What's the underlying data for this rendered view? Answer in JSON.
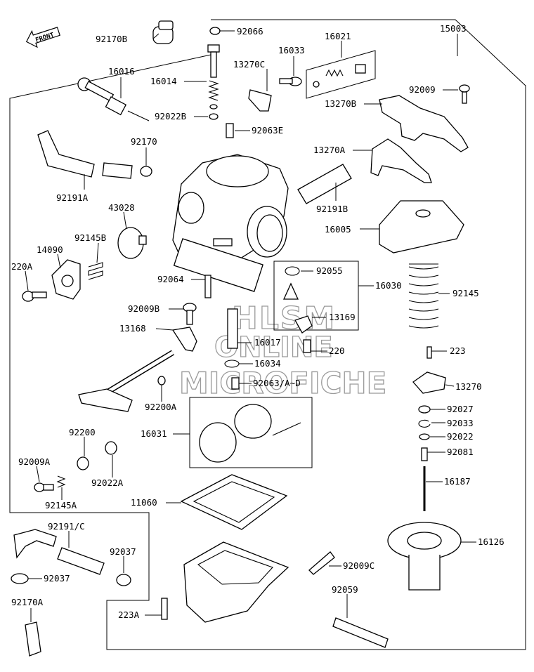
{
  "front_arrow": {
    "label": "FRONT"
  },
  "watermark": {
    "line1": "HLSM",
    "line2": "ONLINE",
    "line3": "MICROFICHE"
  },
  "parts": {
    "p92170B": "92170B",
    "p92066": "92066",
    "p16021": "16021",
    "p15003": "15003",
    "p16033": "16033",
    "p13270C": "13270C",
    "p16016": "16016",
    "p16014": "16014",
    "p92009": "92009",
    "p13270B": "13270B",
    "p92022B": "92022B",
    "p92063E": "92063E",
    "p92170": "92170",
    "p13270A": "13270A",
    "p92191A": "92191A",
    "p92191B": "92191B",
    "p43028": "43028",
    "p16005": "16005",
    "p92145B": "92145B",
    "p14090": "14090",
    "p220A": "220A",
    "p92055": "92055",
    "p92064": "92064",
    "p16030": "16030",
    "p92145": "92145",
    "p92009B": "92009B",
    "p13169": "13169",
    "p13168": "13168",
    "p16017": "16017",
    "p220": "220",
    "p16034": "16034",
    "p223": "223",
    "p92063AD": "92063/A~D",
    "p13270": "13270",
    "p92200A": "92200A",
    "p92027": "92027",
    "p92033": "92033",
    "p92200": "92200",
    "p16031": "16031",
    "p92022": "92022",
    "p92081": "92081",
    "p92009A": "92009A",
    "p92022A": "92022A",
    "p16187": "16187",
    "p92145A": "92145A",
    "p11060": "11060",
    "p92191C": "92191/C",
    "p16126": "16126",
    "p92037a": "92037",
    "p92009C": "92009C",
    "p92037b": "92037",
    "p92059": "92059",
    "p92170A": "92170A",
    "p223A": "223A"
  }
}
